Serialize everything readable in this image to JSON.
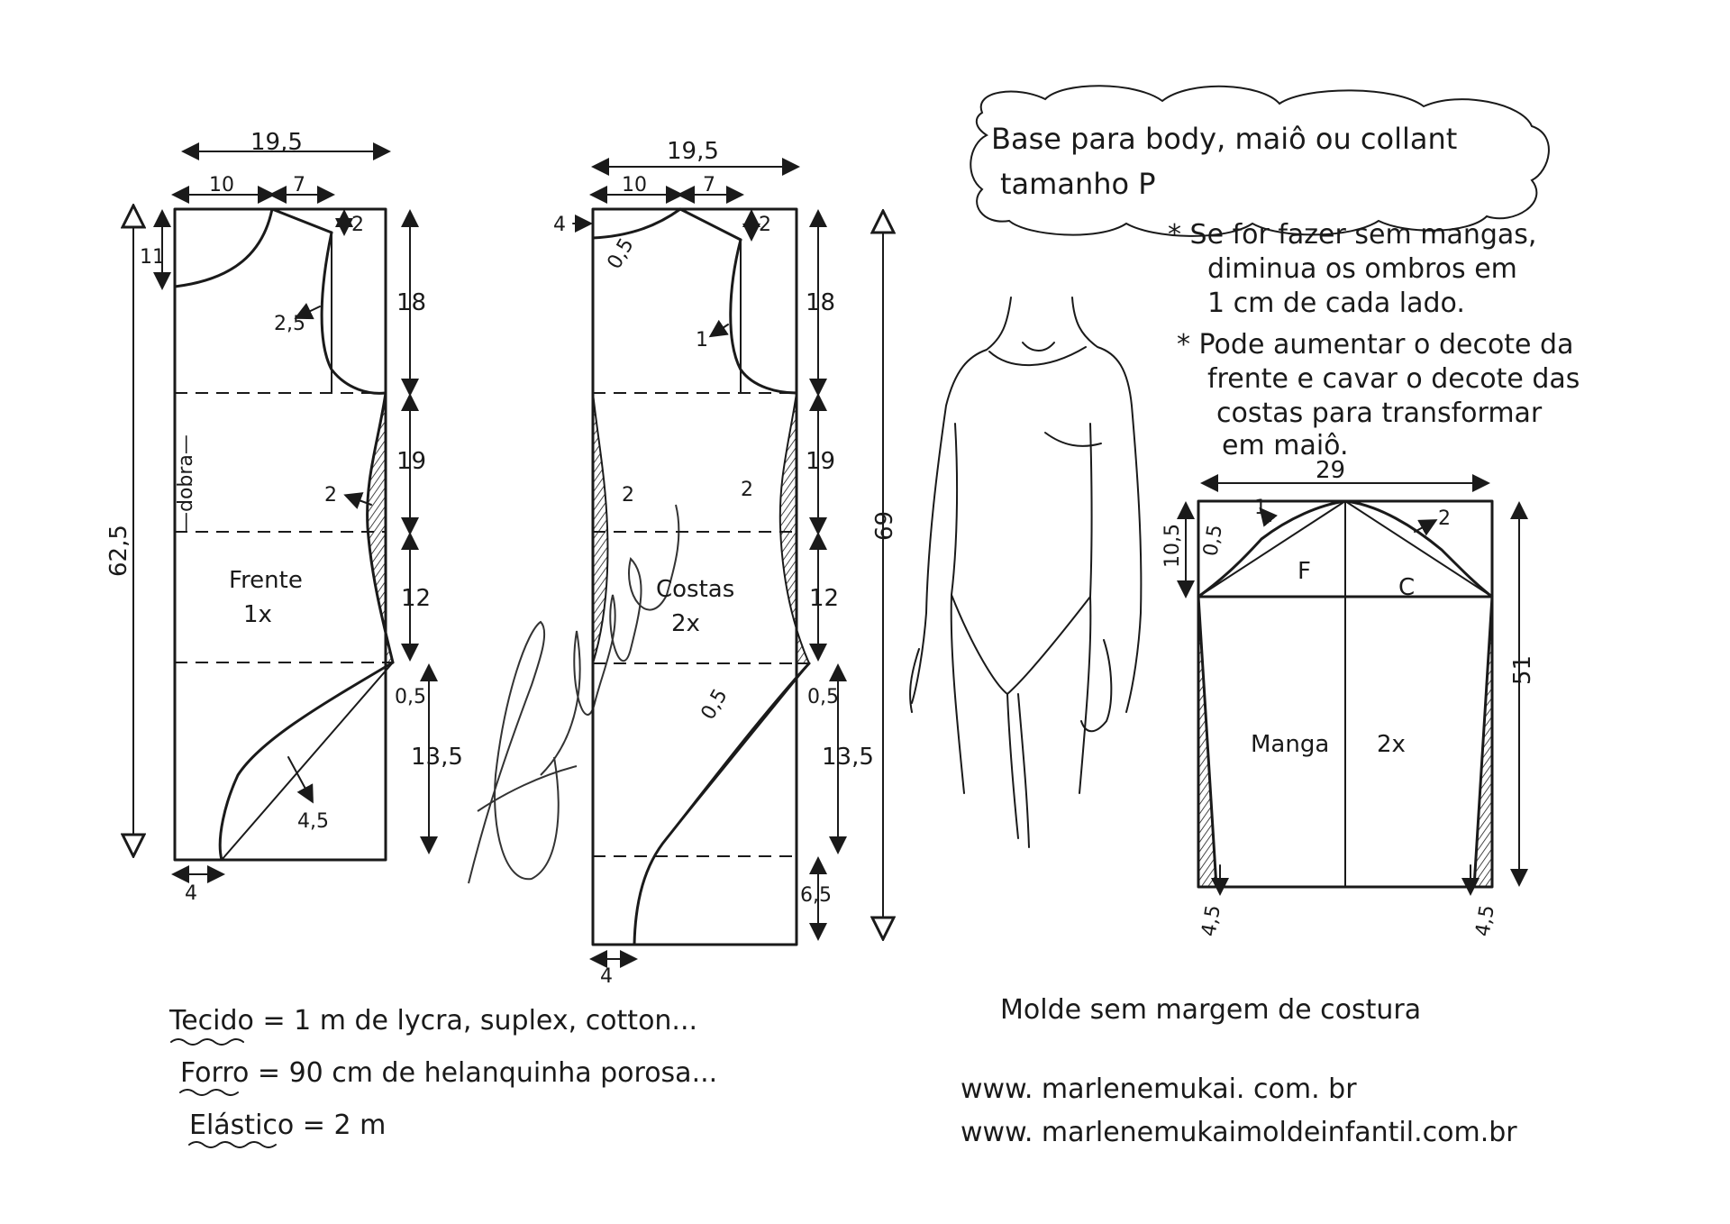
{
  "title": {
    "line1": "Base para body, maiô ou collant",
    "line2": "tamanho  P"
  },
  "notes": [
    "* Se for fazer sem mangas,",
    "diminua os ombros em",
    "1 cm de cada lado.",
    "* Pode aumentar o decote da",
    "frente e cavar o decote das",
    "costas para transformar",
    "em maiô."
  ],
  "front_piece": {
    "name": "Frente",
    "count": "1x",
    "fold": "—dobra—",
    "dims": {
      "width": "19,5",
      "neck_w": "10",
      "shoulder_w": "7",
      "shoulder_drop": "2",
      "neck_depth": "11",
      "armhole_curve": "2,5",
      "armhole_h": "18",
      "waist_h": "19",
      "waist_in": "2",
      "hip_h": "12",
      "hip_out": "0,5",
      "crotch_h": "13,5",
      "leg_curve": "4,5",
      "crotch_w": "4",
      "total_h": "62,5"
    }
  },
  "back_piece": {
    "name": "Costas",
    "count": "2x",
    "dims": {
      "width": "19,5",
      "neck_w": "10",
      "shoulder_w": "7",
      "shoulder_drop": "2",
      "center_top": "4",
      "neck_depth": "0,5",
      "armhole_curve": "1",
      "armhole_h": "18",
      "waist_h": "19",
      "waist_in_left": "2",
      "waist_in_right": "2",
      "hip_h": "12",
      "hip_out": "0,5",
      "leg_curve": "0,5",
      "crotch_h": "13,5",
      "crotch_ext": "6,5",
      "crotch_w": "4",
      "total_h": "69"
    }
  },
  "sleeve_piece": {
    "name": "Manga",
    "count": "2x",
    "front_label": "F",
    "back_label": "C",
    "dims": {
      "width": "29",
      "cap_h": "10,5",
      "cap_front_in": "0,5",
      "cap_front_out": "1",
      "cap_back_out": "2",
      "length": "51",
      "hem_in_left": "4,5",
      "hem_in_right": "4,5"
    }
  },
  "materials": {
    "tecido": "Tecido = 1 m   de  lycra,  suplex,  cotton...",
    "forro": "Forro = 90 cm  de  helanquinha  porosa...",
    "elastico": "Elástico = 2 m"
  },
  "footer": {
    "note": "Molde  sem  margem  de  costura",
    "url1": "www. marlenemukai. com. br",
    "url2": "www. marlenemukaimoldeinfantil.com.br"
  },
  "colors": {
    "ink": "#1a1a1a",
    "paper": "#ffffff"
  }
}
